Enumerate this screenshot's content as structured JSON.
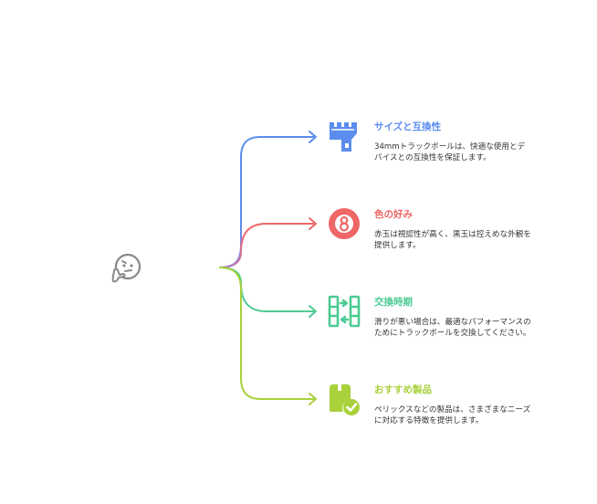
{
  "colors": {
    "blue": "#5b8def",
    "red": "#ee6666",
    "green": "#4ccb93",
    "lime": "#a8d13a",
    "gray": "#8a8a8a"
  },
  "center": {
    "icon": "thinking-face-icon"
  },
  "items": [
    {
      "title": "サイズと互換性",
      "desc_line1": "34mmトラックボールは、快適な使用とデ",
      "desc_line2": "バイスとの互換性を保証します。",
      "icon": "ruler-icon",
      "color": "#5b8def"
    },
    {
      "title": "色の好み",
      "desc_line1": "赤玉は視認性が高く、黒玉は控えめな外観を",
      "desc_line2": "提供します。",
      "icon": "eight-ball-icon",
      "color": "#ee6666"
    },
    {
      "title": "交換時期",
      "desc_line1": "滑りが悪い場合は、最適なパフォーマンスの",
      "desc_line2": "ためにトラックボールを交換してください。",
      "icon": "swap-columns-icon",
      "color": "#4ccb93"
    },
    {
      "title": "おすすめ製品",
      "desc_line1": "ペリックスなどの製品は、さまざまなニーズ",
      "desc_line2": "に対応する特徴を提供します。",
      "icon": "product-check-icon",
      "color": "#a8d13a"
    }
  ]
}
